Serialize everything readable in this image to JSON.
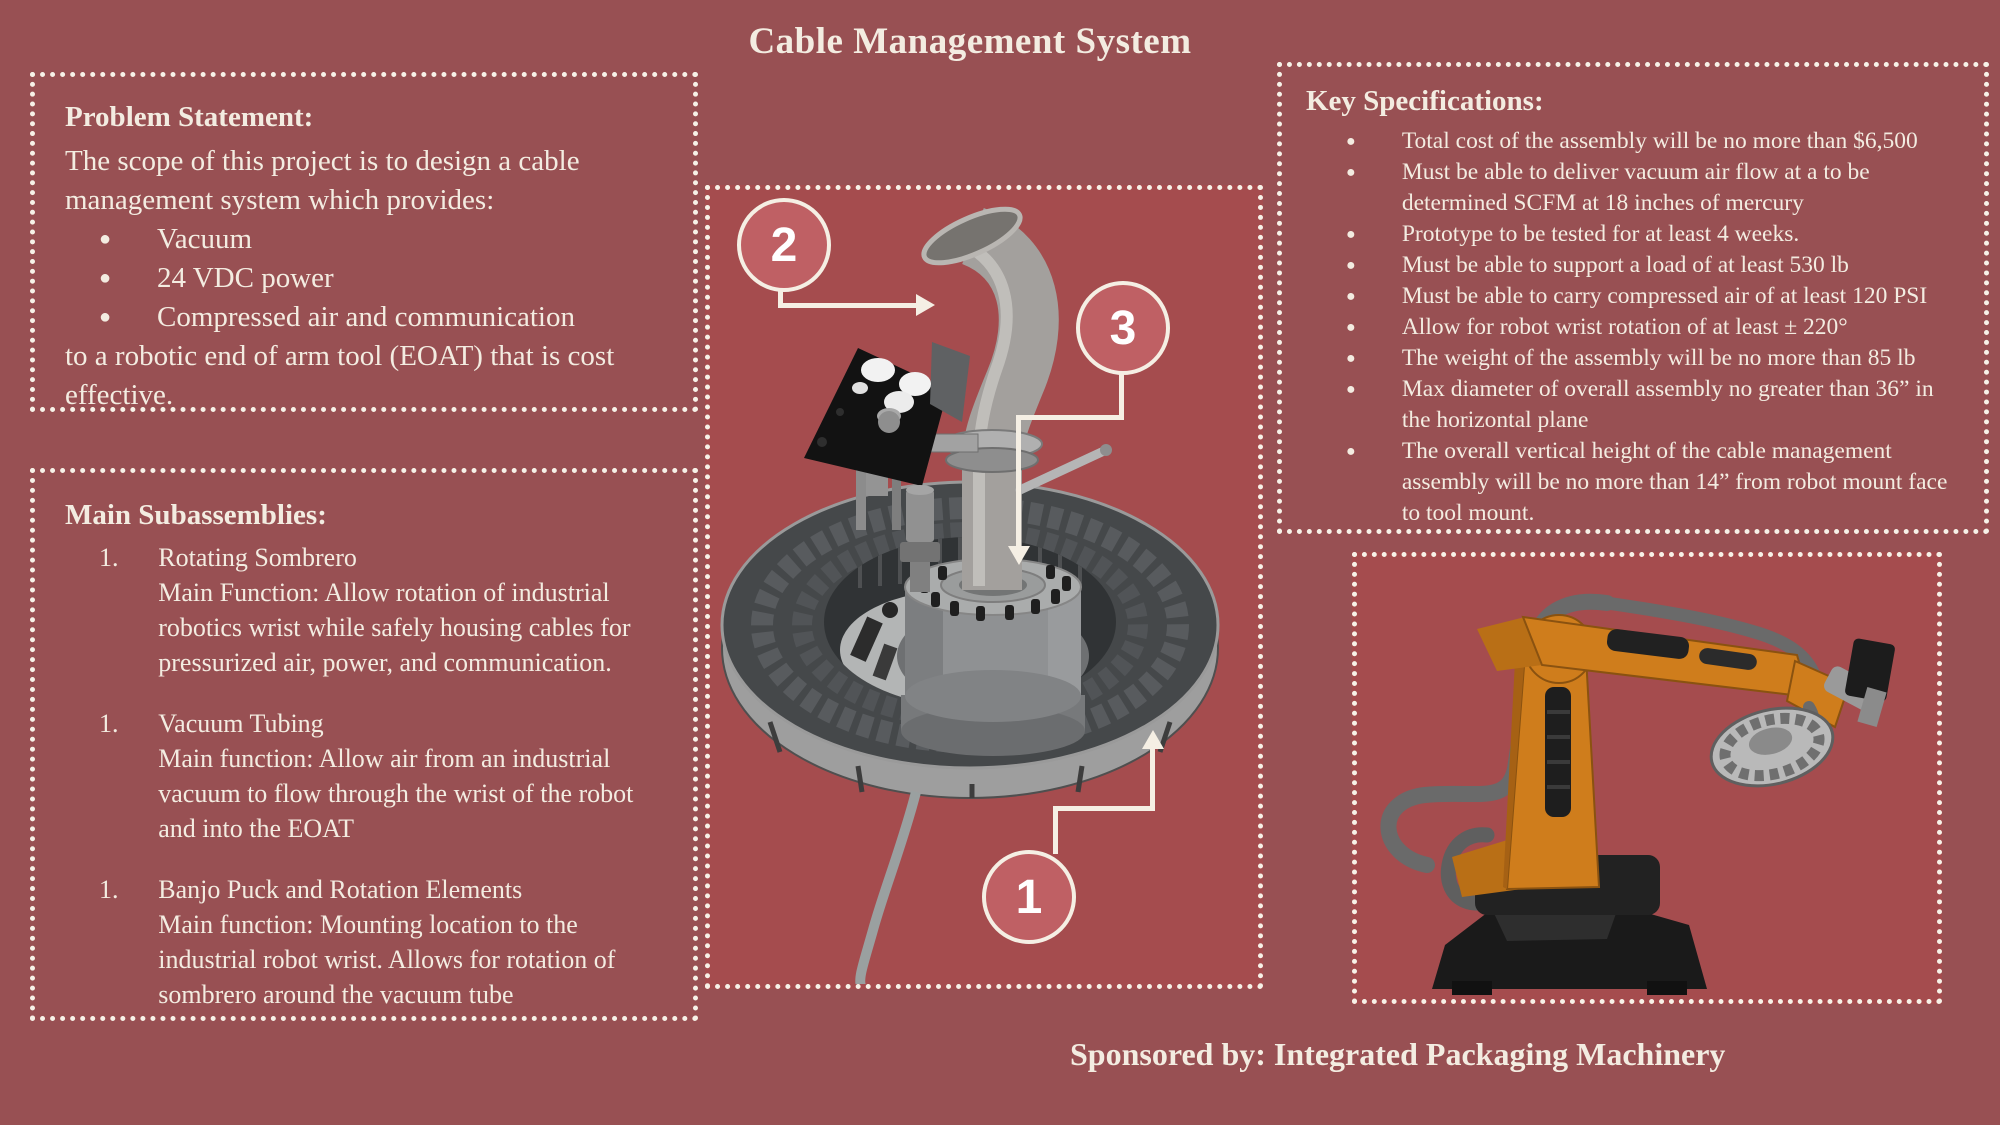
{
  "title": "Cable Management System",
  "ui": {
    "bullet_glyph": "●"
  },
  "colors": {
    "page_background": "#985053",
    "figure_background": "#a54c4e",
    "text": "#f3ece1",
    "border": "#f7f2e8",
    "callout_fill": "#bf6064",
    "robot_orange": "#cf7d1c"
  },
  "problem_statement": {
    "heading": "Problem Statement:",
    "intro": "The scope of this project is to design a cable management system which provides:",
    "bullets": [
      "Vacuum",
      "24 VDC power",
      "Compressed air and communication"
    ],
    "outro": "to a robotic end of arm tool (EOAT) that is cost effective."
  },
  "main_subassemblies": {
    "heading": "Main Subassemblies:",
    "items": [
      {
        "number": "1.",
        "name": "Rotating Sombrero",
        "description": "Main Function: Allow rotation of industrial robotics wrist while safely housing cables for pressurized air, power, and communication."
      },
      {
        "number": "1.",
        "name": "Vacuum Tubing",
        "description": "Main function: Allow air from an industrial vacuum to flow through the wrist of the robot and into the EOAT"
      },
      {
        "number": "1.",
        "name": "Banjo Puck and Rotation Elements",
        "description": "Main function: Mounting location to the industrial robot wrist. Allows for rotation of sombrero around the vacuum tube"
      }
    ]
  },
  "key_specifications": {
    "heading": "Key Specifications:",
    "bullets": [
      "Total cost of the assembly will be no more than $6,500",
      "Must be able to deliver vacuum air flow at a to be determined SCFM at 18 inches of mercury",
      "Prototype to be tested for at least 4 weeks.",
      "Must be able to support a load of at least 530 lb",
      "Must be able to carry compressed air of at least 120 PSI",
      "Allow for robot wrist rotation of at least ± 220°",
      "The weight of the assembly will be no more than 85 lb",
      "Max diameter of overall assembly no greater than 36” in the horizontal plane",
      "The overall vertical height of the cable management assembly will be no more than 14” from robot mount face to tool mount."
    ]
  },
  "figure": {
    "callouts": [
      {
        "label": "2"
      },
      {
        "label": "3"
      },
      {
        "label": "1"
      }
    ]
  },
  "sponsor": "Sponsored by: Integrated Packaging Machinery"
}
